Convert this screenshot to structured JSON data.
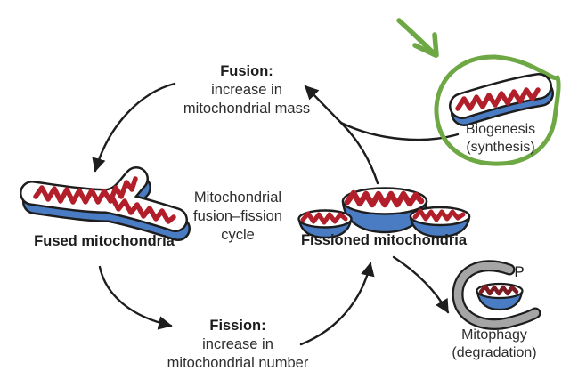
{
  "diagram_title": "Mitochondrial fusion–fission cycle",
  "center_label": {
    "line1": "Mitochondrial",
    "line2": "fusion–fission",
    "line3": "cycle"
  },
  "fusion": {
    "title": "Fusion:",
    "desc1": "increase in",
    "desc2": "mitochondrial mass"
  },
  "fission": {
    "title": "Fission:",
    "desc1": "increase in",
    "desc2": "mitochondrial number"
  },
  "fused_caption": "Fused mitochondria",
  "fissioned_caption": "Fissioned mitochondria",
  "biogenesis": {
    "line1": "Biogenesis",
    "line2": "(synthesis)"
  },
  "mitophagy": {
    "line1": "Mitophagy",
    "line2": "(degradation)",
    "phagophore_marker": "P"
  },
  "colors": {
    "ink": "#1d1d1d",
    "ink_text": "#2d2d2d",
    "membrane_blue": "#4a7cc4",
    "cristae_red": "#b21f2a",
    "cristae_dark_red": "#7d1b23",
    "phagophore_gray": "#a5a5a5",
    "annotation_green": "#6da844",
    "membrane_white": "#ffffff"
  }
}
